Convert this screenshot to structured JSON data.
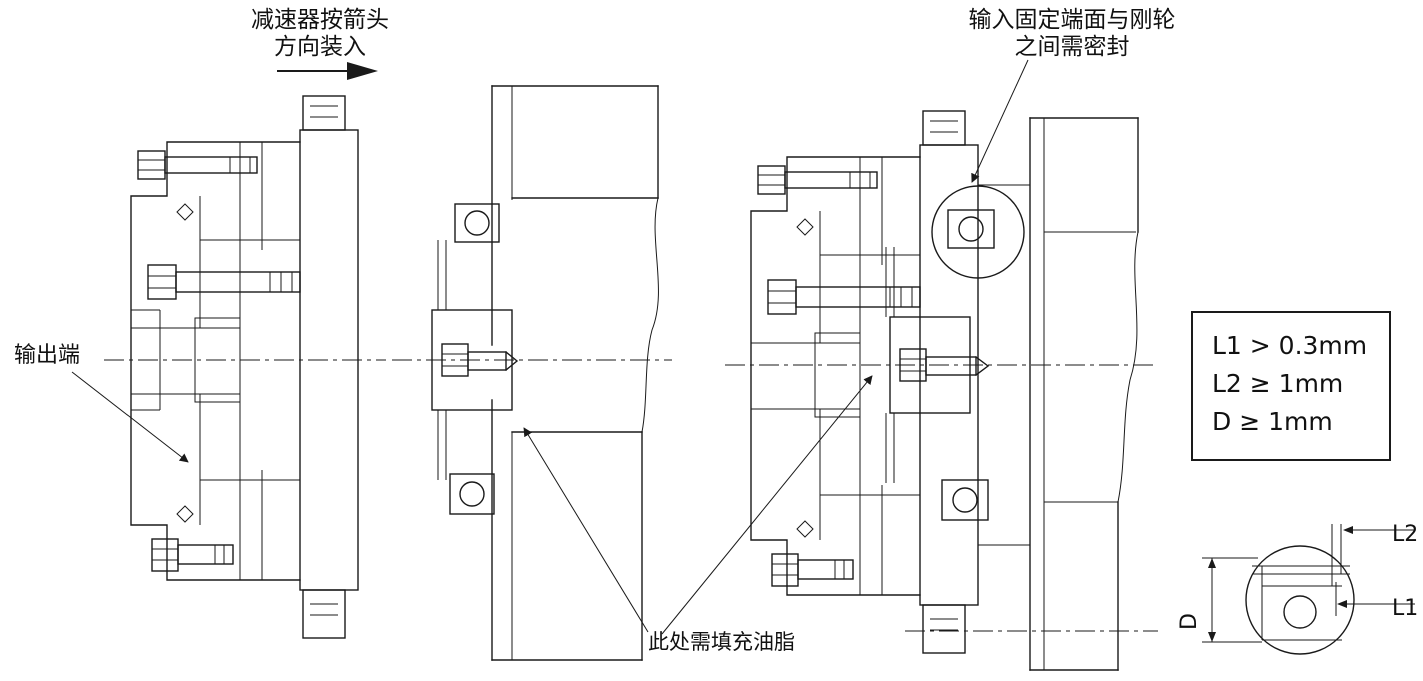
{
  "annotations": {
    "install_line1": "减速器按箭头",
    "install_line2": "方向装入",
    "seal_line1": "输入固定端面与刚轮",
    "seal_line2": "之间需密封",
    "output_end": "输出端",
    "grease_note": "此处需填充油脂"
  },
  "spec_box": {
    "lines": [
      "L1 > 0.3mm",
      "L2 ≥ 1mm",
      "D  ≥ 1mm"
    ]
  },
  "detail_labels": {
    "l2": "L2",
    "l1": "L1",
    "d": "D"
  },
  "icons": {
    "install_direction_arrow": "solid-right-arrow"
  },
  "colors": {
    "line": "#1a1a1a",
    "background": "#ffffff"
  }
}
